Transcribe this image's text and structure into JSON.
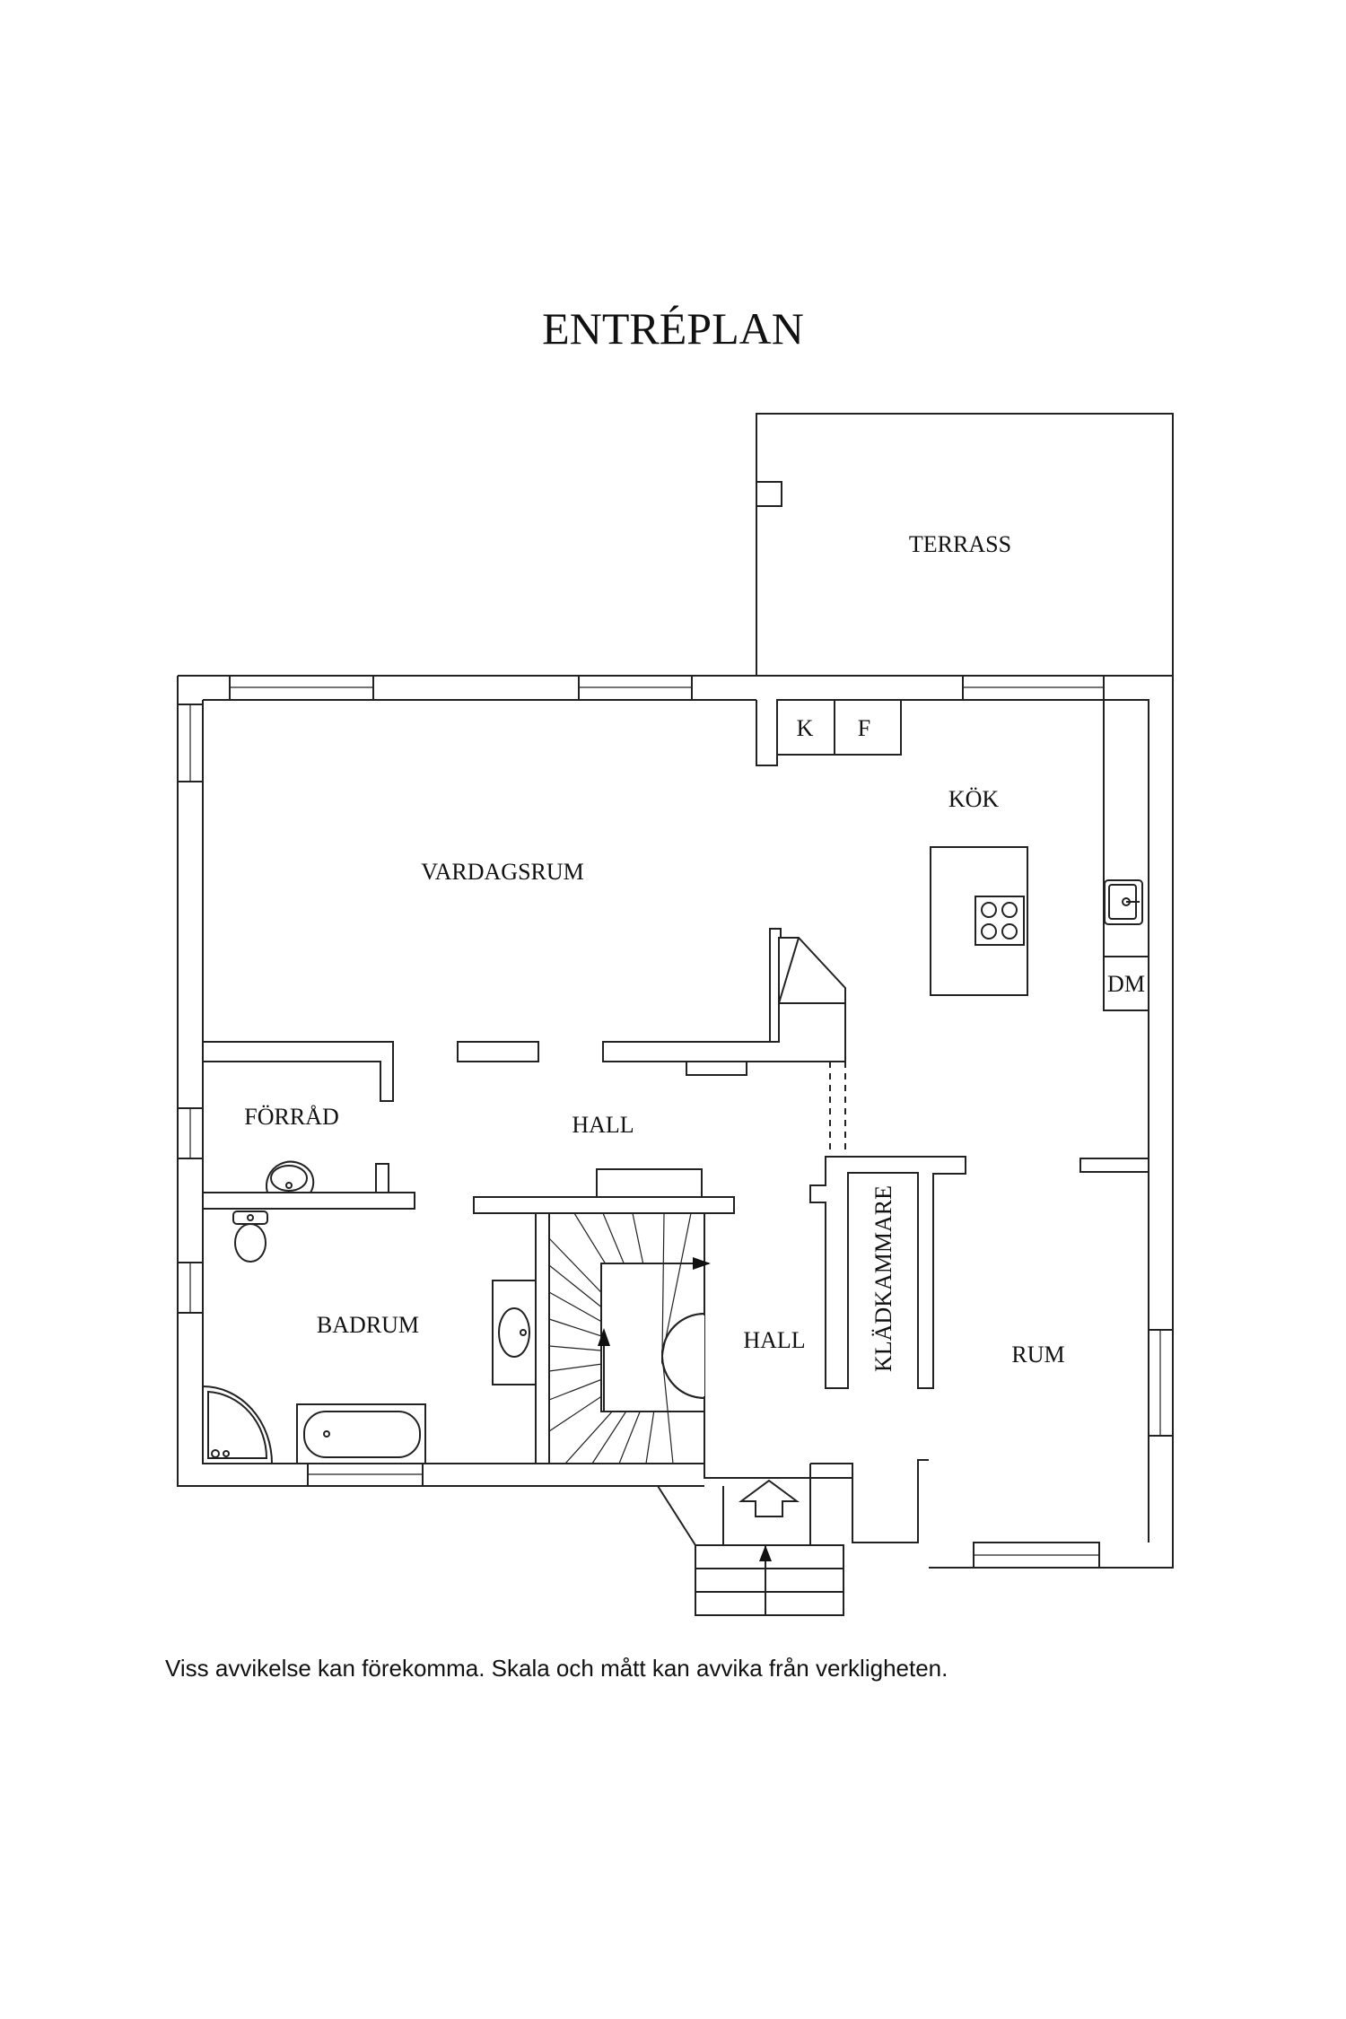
{
  "title": "ENTRÉPLAN",
  "disclaimer": "Viss avvikelse kan förekomma. Skala och mått kan avvika från verkligheten.",
  "rooms": {
    "terrass": "TERRASS",
    "kok": "KÖK",
    "vardagsrum": "VARDAGSRUM",
    "forrad": "FÖRRÅD",
    "hall_upper": "HALL",
    "hall_lower": "HALL",
    "badrum": "BADRUM",
    "kladkammare": "KLÄDKAMMARE",
    "rum": "RUM"
  },
  "fixtures": {
    "fridge": "K",
    "freezer": "F",
    "dishwasher": "DM"
  },
  "icons": [
    "stove-icon",
    "kitchen-sink-icon",
    "toilet-icon",
    "washbasin-icon",
    "bathtub-icon",
    "shower-icon",
    "staircase-icon",
    "entrance-arrow-icon"
  ]
}
